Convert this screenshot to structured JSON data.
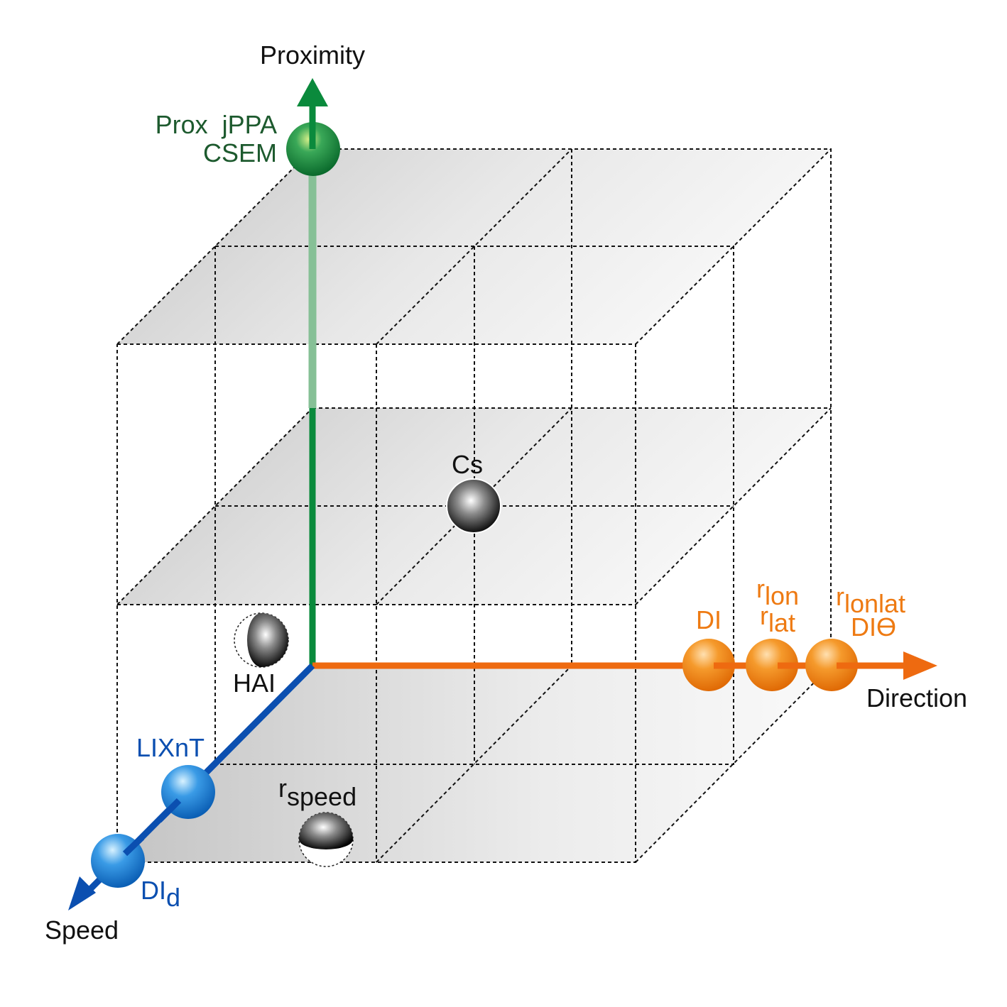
{
  "axes": {
    "proximity": {
      "label": "Proximity",
      "color": "#0a8a3c"
    },
    "direction": {
      "label": "Direction",
      "color": "#ee6a10"
    },
    "speed": {
      "label": "Speed",
      "color": "#0b4fb0"
    }
  },
  "metrics": {
    "prox_line1": "Prox  jPPA",
    "prox_line2": "CSEM",
    "cs": "Cs",
    "hai": "HAI",
    "di": "DI",
    "rlon": {
      "base": "r",
      "sub": "lon"
    },
    "rlat": {
      "base": "r",
      "sub": "lat"
    },
    "rlonlat": {
      "base": "r",
      "sub": "lonlat"
    },
    "ditheta": "DIϴ",
    "lixnt": "LIXnT",
    "dis": {
      "base": "DI",
      "sub": "d"
    },
    "rspeed": {
      "base": "r",
      "sub": "speed"
    }
  },
  "colors": {
    "green_text": "#1d5a2e",
    "orange_text": "#ee7a12",
    "blue_text": "#0b4fb0",
    "black_text": "#111111"
  }
}
